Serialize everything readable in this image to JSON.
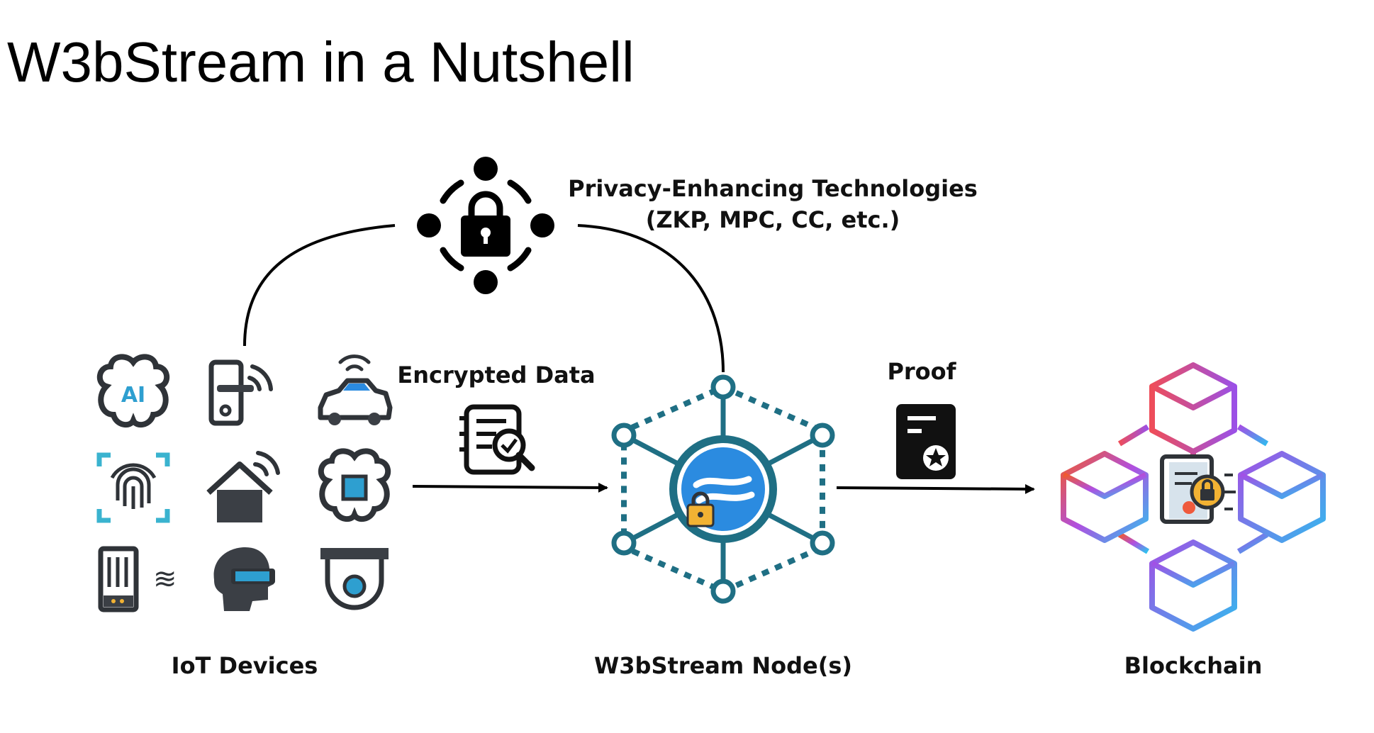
{
  "title": "W3bStream in a Nutshell",
  "pet": {
    "label_line1": "Privacy-Enhancing Technologies",
    "label_line2": "(ZKP, MPC, CC, etc.)",
    "icon": "padlock-icon"
  },
  "iot": {
    "label": "IoT Devices",
    "devices": [
      {
        "name": "ai-brain-icon",
        "text": "AI"
      },
      {
        "name": "smart-lock-icon"
      },
      {
        "name": "connected-car-icon"
      },
      {
        "name": "fingerprint-scan-icon"
      },
      {
        "name": "smart-home-icon"
      },
      {
        "name": "chip-brain-icon"
      },
      {
        "name": "sensor-device-icon"
      },
      {
        "name": "vr-headset-icon"
      },
      {
        "name": "security-camera-icon"
      }
    ]
  },
  "encrypted": {
    "label": "Encrypted Data",
    "icon": "document-search-icon"
  },
  "node": {
    "label": "W3bStream Node(s)",
    "icon": "w3bstream-node-icon"
  },
  "proof": {
    "label": "Proof",
    "icon": "certificate-icon"
  },
  "blockchain": {
    "label": "Blockchain",
    "icon": "blockchain-icon"
  },
  "colors": {
    "node_teal": "#1f6f84",
    "node_blue": "#2b8be0",
    "lock_gold": "#f2b233",
    "fingerprint_cyan": "#3ab3cf",
    "chain_orange": "#ef5a3c",
    "chain_purple": "#a94ee0",
    "chain_blue": "#37b4ee",
    "dark_gray": "#3b3f45"
  }
}
